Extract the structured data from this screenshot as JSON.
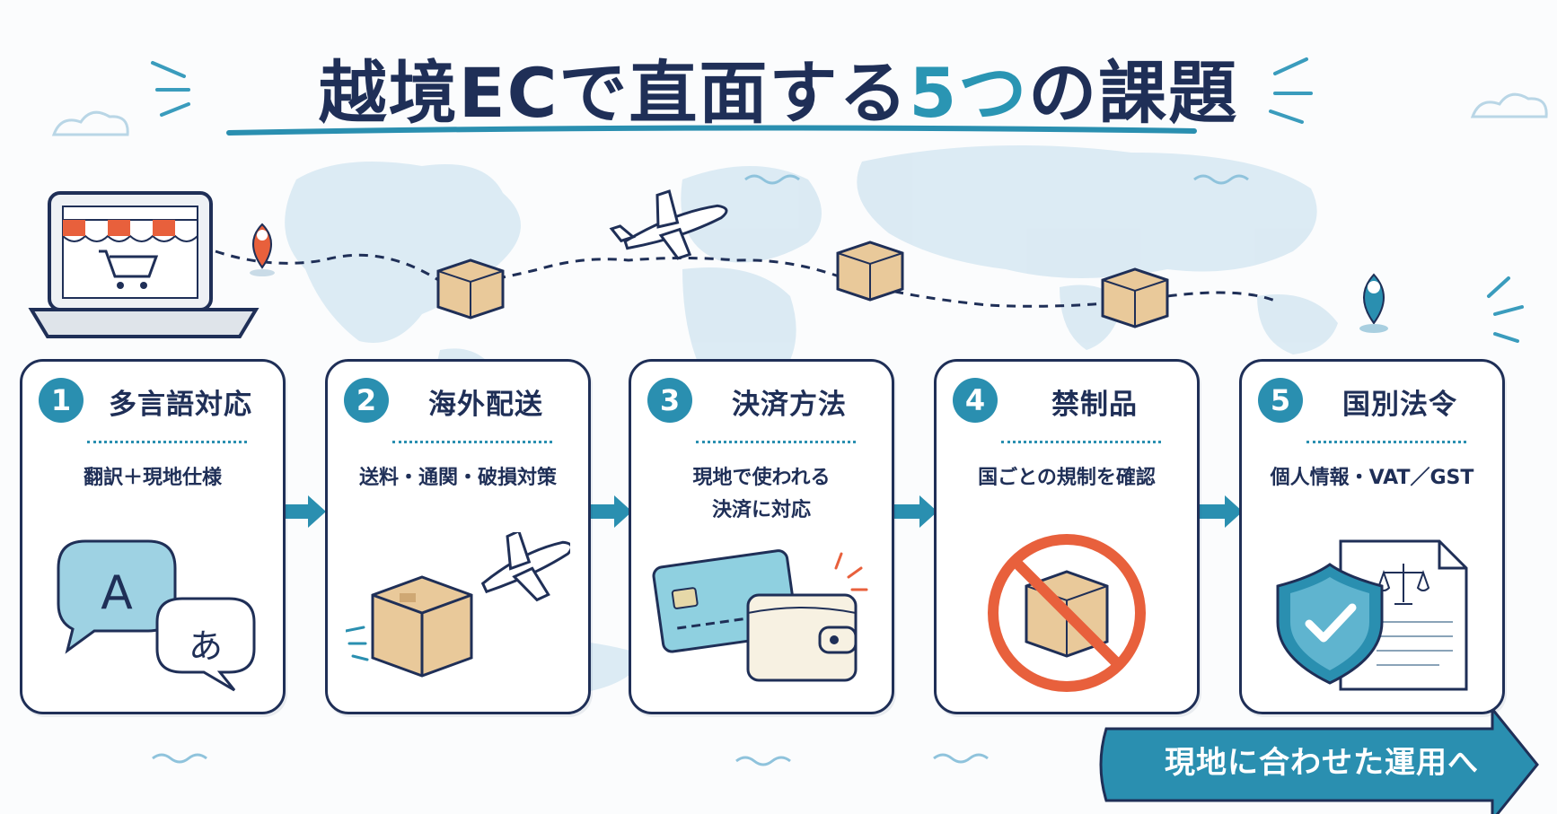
{
  "title": {
    "prefix": "越境ECで直面する",
    "accent": "5つ",
    "suffix": "の課題"
  },
  "steps": [
    {
      "number": "1",
      "heading": "多言語対応",
      "description": "翻訳＋現地仕様",
      "illustration": "speech-bubbles-a-and-hiragana"
    },
    {
      "number": "2",
      "heading": "海外配送",
      "description": "送料・通関・破損対策",
      "illustration": "box-and-airplane"
    },
    {
      "number": "3",
      "heading": "決済方法",
      "description_lines": [
        "現地で使われる",
        "決済に対応"
      ],
      "illustration": "credit-card-and-wallet"
    },
    {
      "number": "4",
      "heading": "禁制品",
      "description": "国ごとの規制を確認",
      "illustration": "prohibited-box"
    },
    {
      "number": "5",
      "heading": "国別法令",
      "description": "個人情報・VAT／GST",
      "illustration": "shield-check-and-legal-document"
    }
  ],
  "cta": {
    "text": "現地に合わせた運用へ"
  },
  "colors": {
    "navy": "#1f2f57",
    "teal": "#2a8fb0",
    "orange_red": "#e8603c",
    "box_tan": "#e9c99a",
    "card_blue": "#8fd0e0",
    "map": "#cfe2ef"
  }
}
